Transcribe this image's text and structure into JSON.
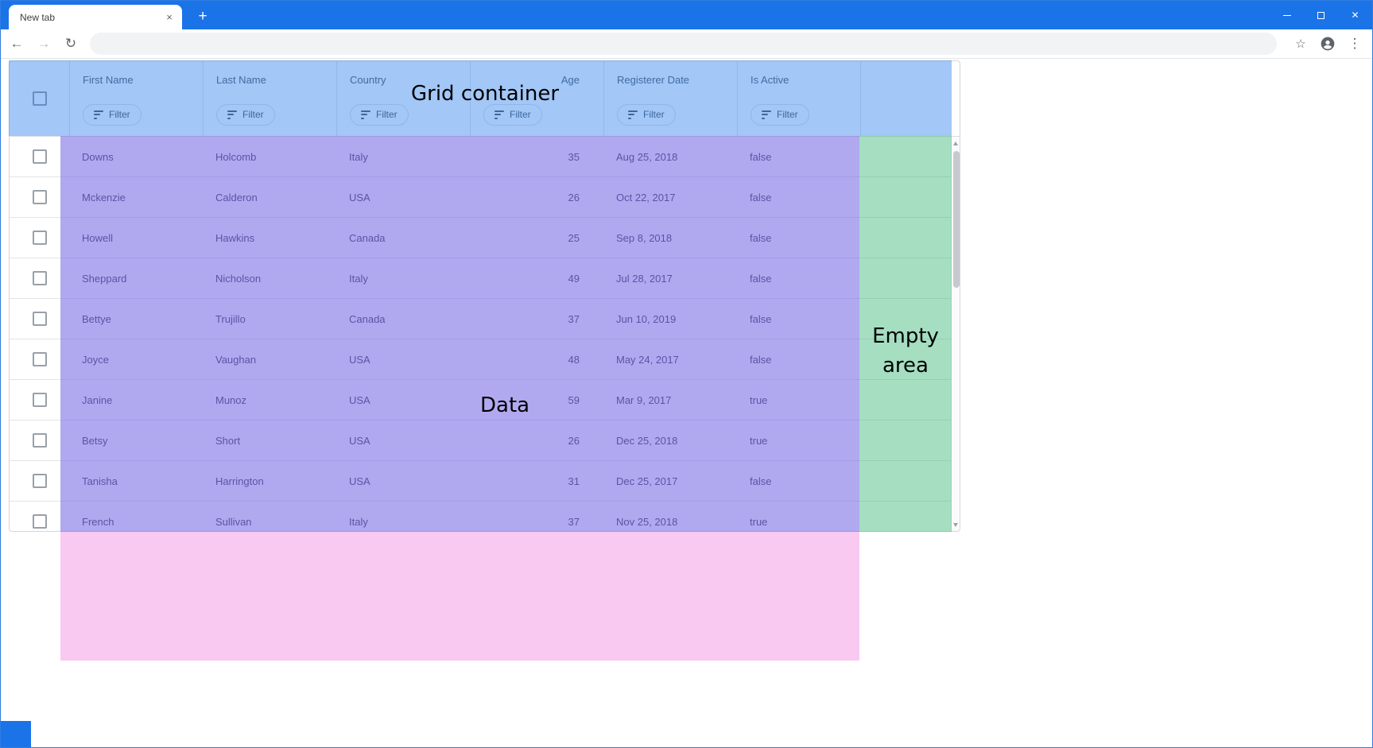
{
  "browser": {
    "tab_title": "New tab",
    "url_value": ""
  },
  "icons": {
    "tab_close": "×",
    "new_tab": "+",
    "window_close": "✕",
    "back": "←",
    "forward": "→",
    "reload": "↻",
    "star": "☆",
    "overflow_menu": "⋮"
  },
  "colors": {
    "chrome_blue": "#1b73e8",
    "header_overlay": "rgba(26,115,232,0.40)",
    "data_overlay": "rgba(99,83,226,0.50)",
    "empty_overlay": "rgba(56,182,118,0.45)",
    "overflow_overlay": "rgba(238,100,218,0.35)"
  },
  "overlays": {
    "header_label": "Grid container",
    "data_label": "Data",
    "empty_label": "Empty area"
  },
  "grid": {
    "filter_button_label": "Filter",
    "columns": [
      "First Name",
      "Last Name",
      "Country",
      "Age",
      "Registerer Date",
      "Is Active"
    ],
    "rows": [
      {
        "firstName": "Downs",
        "lastName": "Holcomb",
        "country": "Italy",
        "age": "35",
        "registererDate": "Aug 25, 2018",
        "isActive": "false"
      },
      {
        "firstName": "Mckenzie",
        "lastName": "Calderon",
        "country": "USA",
        "age": "26",
        "registererDate": "Oct 22, 2017",
        "isActive": "false"
      },
      {
        "firstName": "Howell",
        "lastName": "Hawkins",
        "country": "Canada",
        "age": "25",
        "registererDate": "Sep 8, 2018",
        "isActive": "false"
      },
      {
        "firstName": "Sheppard",
        "lastName": "Nicholson",
        "country": "Italy",
        "age": "49",
        "registererDate": "Jul 28, 2017",
        "isActive": "false"
      },
      {
        "firstName": "Bettye",
        "lastName": "Trujillo",
        "country": "Canada",
        "age": "37",
        "registererDate": "Jun 10, 2019",
        "isActive": "false"
      },
      {
        "firstName": "Joyce",
        "lastName": "Vaughan",
        "country": "USA",
        "age": "48",
        "registererDate": "May 24, 2017",
        "isActive": "false"
      },
      {
        "firstName": "Janine",
        "lastName": "Munoz",
        "country": "USA",
        "age": "59",
        "registererDate": "Mar 9, 2017",
        "isActive": "true"
      },
      {
        "firstName": "Betsy",
        "lastName": "Short",
        "country": "USA",
        "age": "26",
        "registererDate": "Dec 25, 2018",
        "isActive": "true"
      },
      {
        "firstName": "Tanisha",
        "lastName": "Harrington",
        "country": "USA",
        "age": "31",
        "registererDate": "Dec 25, 2017",
        "isActive": "false"
      },
      {
        "firstName": "French",
        "lastName": "Sullivan",
        "country": "Italy",
        "age": "37",
        "registererDate": "Nov 25, 2018",
        "isActive": "true"
      }
    ]
  }
}
